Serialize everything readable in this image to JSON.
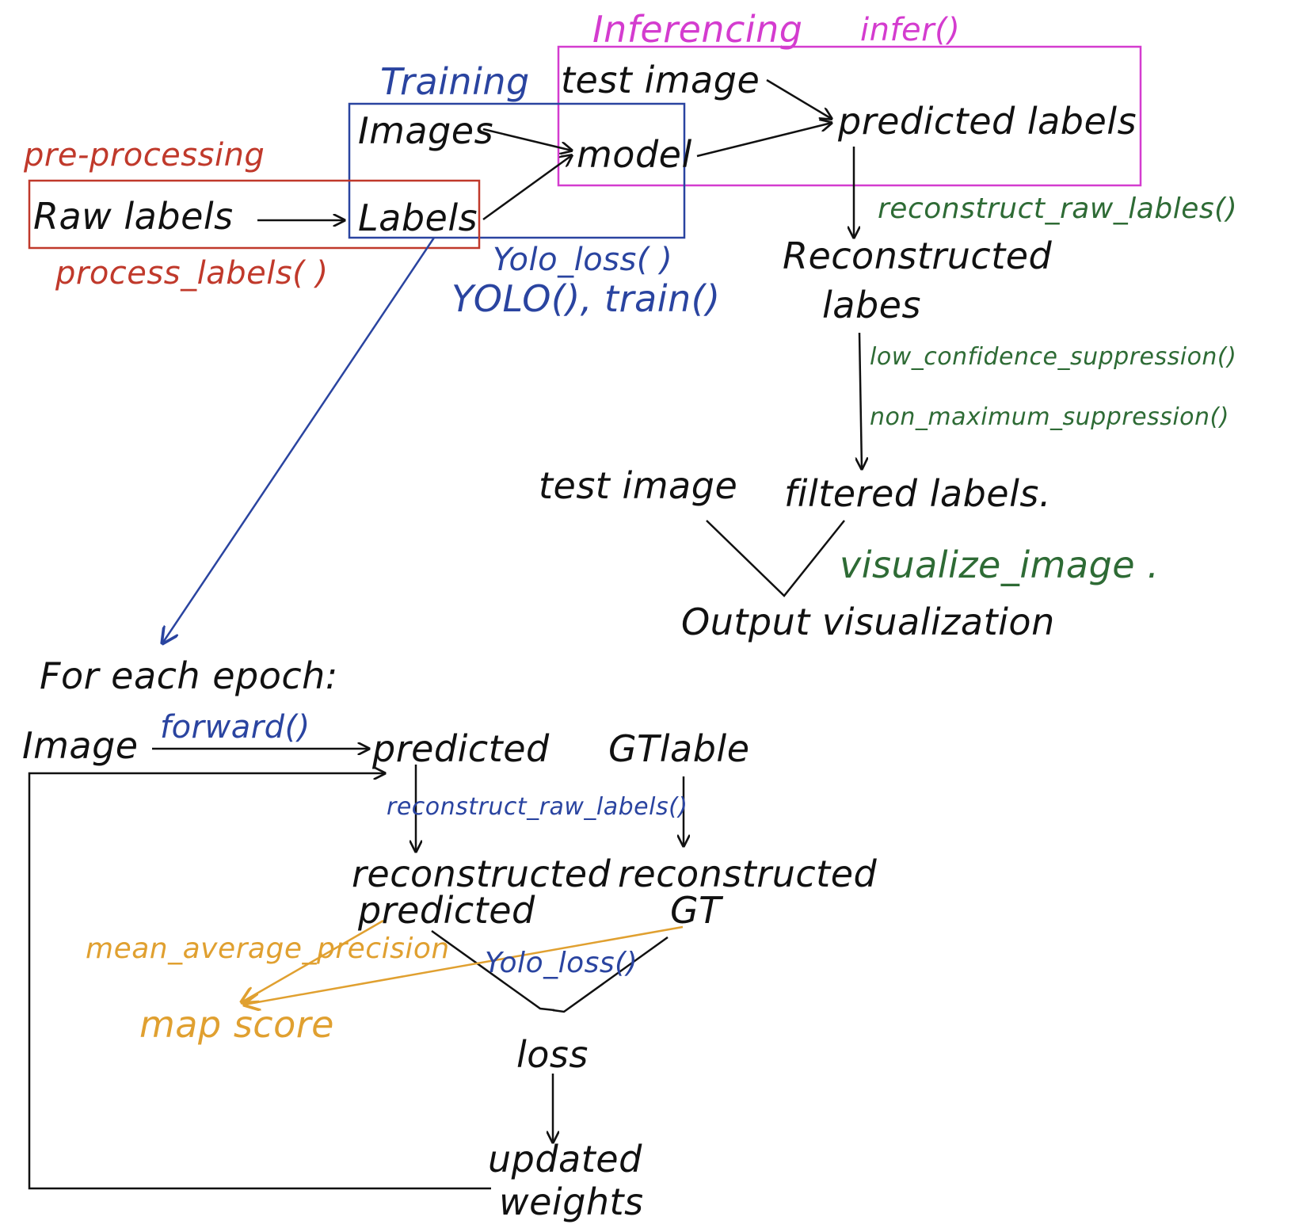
{
  "colors": {
    "ink": "#111111",
    "preprocessing": "#c0392b",
    "training": "#2a44a0",
    "inferencing": "#d43ccf",
    "postprocess": "#2e6b35",
    "metric": "#e0a030"
  },
  "sections": {
    "inferencing": {
      "title": "Inferencing",
      "function": "infer()"
    },
    "training": {
      "title": "Training",
      "functions": [
        "Yolo_loss( )",
        "YOLO(), train()"
      ]
    },
    "preprocessing": {
      "title": "pre-processing",
      "function": "process_labels( )"
    }
  },
  "nodes": {
    "test_image": "test image",
    "predicted_labels": "predicted labels",
    "images": "Images",
    "model": "model",
    "raw_labels": "Raw labels",
    "labels": "Labels",
    "reconstructed_labes": [
      "Reconstructed",
      "labes"
    ],
    "test_image_filtered": "test image",
    "filtered_labels": "filtered labels.",
    "output_visualization": "Output visualization"
  },
  "inference_functions": {
    "reconstruct": "reconstruct_raw_lables()",
    "low_conf": "low_confidence_suppression()",
    "nms": "non_maximum_suppression()",
    "visualize": "visualize_image ."
  },
  "training_loop": {
    "heading": "For each epoch:",
    "image": "Image",
    "forward": "forward()",
    "predicted": "predicted",
    "gt_lable": "GTlable",
    "reconstruct_fn": "reconstruct_raw_labels()",
    "reconstructed_predicted": [
      "reconstructed",
      "predicted"
    ],
    "reconstructed_gt": [
      "reconstructed",
      "GT"
    ],
    "map_fn": "mean_average_precision",
    "loss_fn": "Yolo_loss()",
    "map_score": "map score",
    "loss": "loss",
    "updated_weights": [
      "updated",
      "weights"
    ]
  }
}
